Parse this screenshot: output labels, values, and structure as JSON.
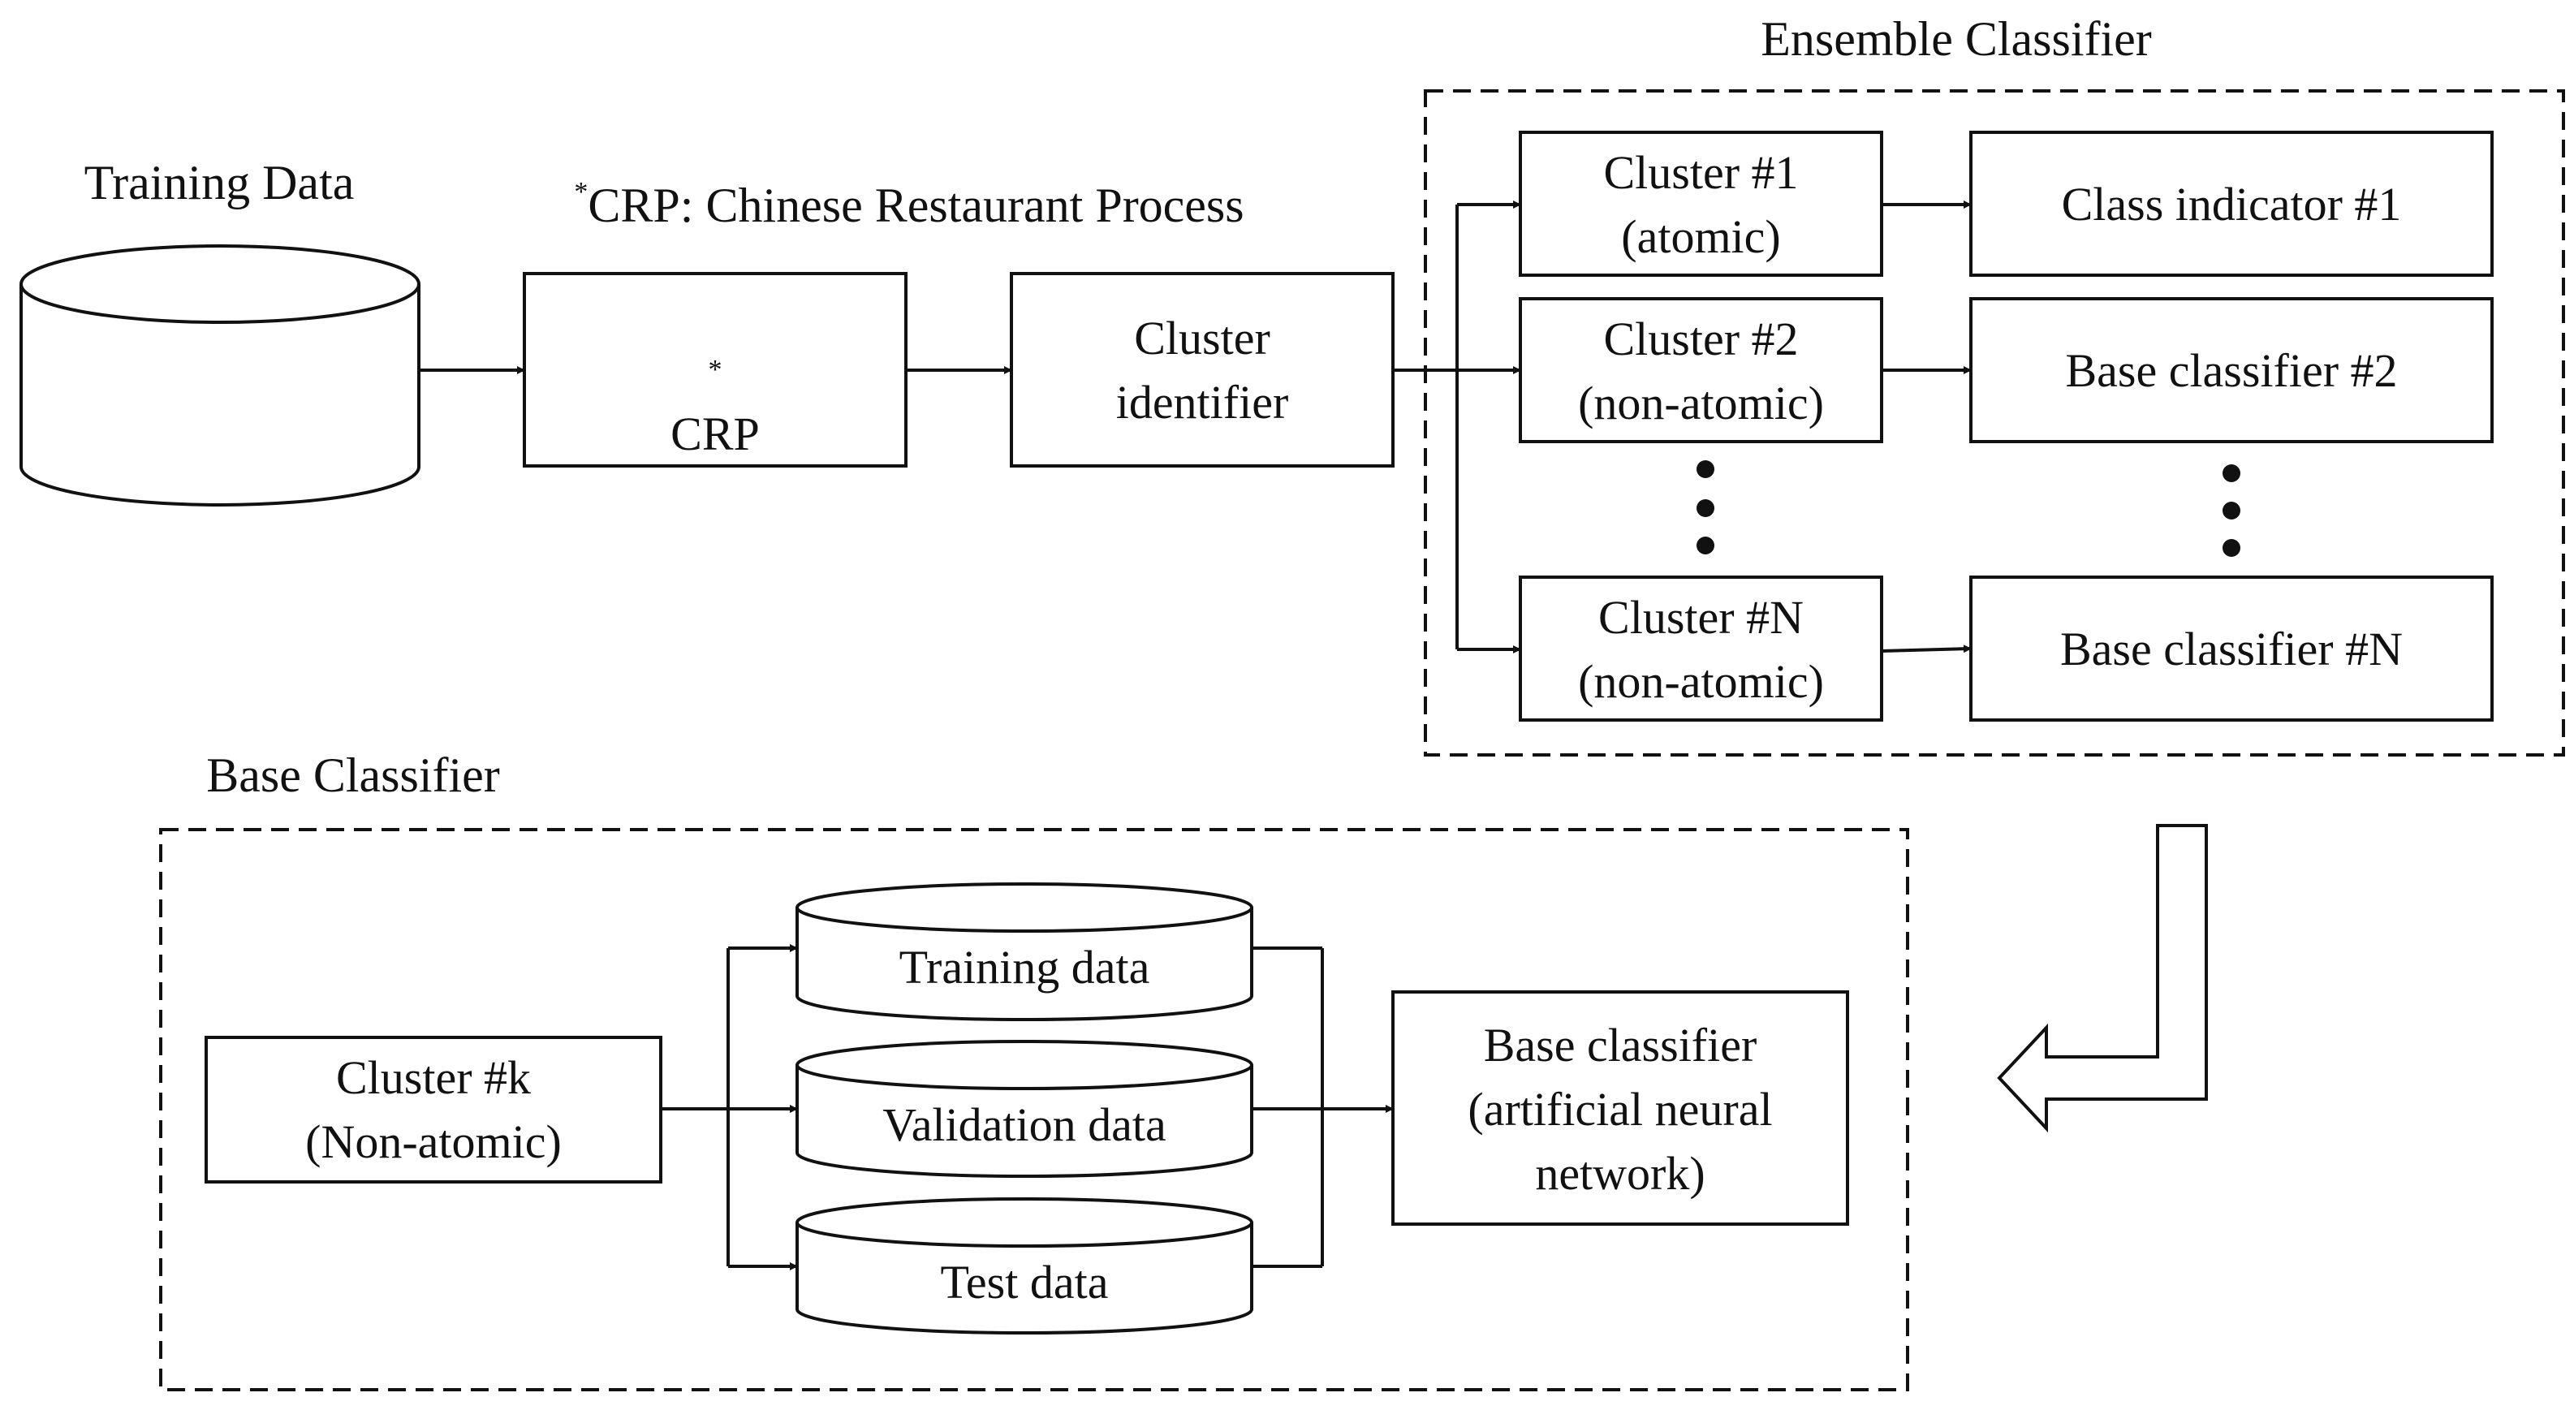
{
  "titles": {
    "training_data": "Training Data",
    "crp_note_mark": "*",
    "crp_note": "CRP: Chinese Restaurant Process",
    "ensemble": "Ensemble Classifier",
    "base_classifier": "Base Classifier"
  },
  "top_flow": {
    "crp_mark": "*",
    "crp": "CRP",
    "cluster_identifier": [
      "Cluster",
      "identifier"
    ]
  },
  "ensemble": {
    "clusters": [
      [
        "Cluster #1",
        "(atomic)"
      ],
      [
        "Cluster #2",
        "(non-atomic)"
      ],
      [
        "Cluster #N",
        "(non-atomic)"
      ]
    ],
    "outputs": [
      "Class indicator #1",
      "Base classifier #2",
      "Base classifier #N"
    ]
  },
  "base": {
    "input": [
      "Cluster #k",
      "(Non-atomic)"
    ],
    "splits": [
      "Training data",
      "Validation data",
      "Test data"
    ],
    "model": [
      "Base classifier",
      "(artificial neural",
      "network)"
    ]
  }
}
